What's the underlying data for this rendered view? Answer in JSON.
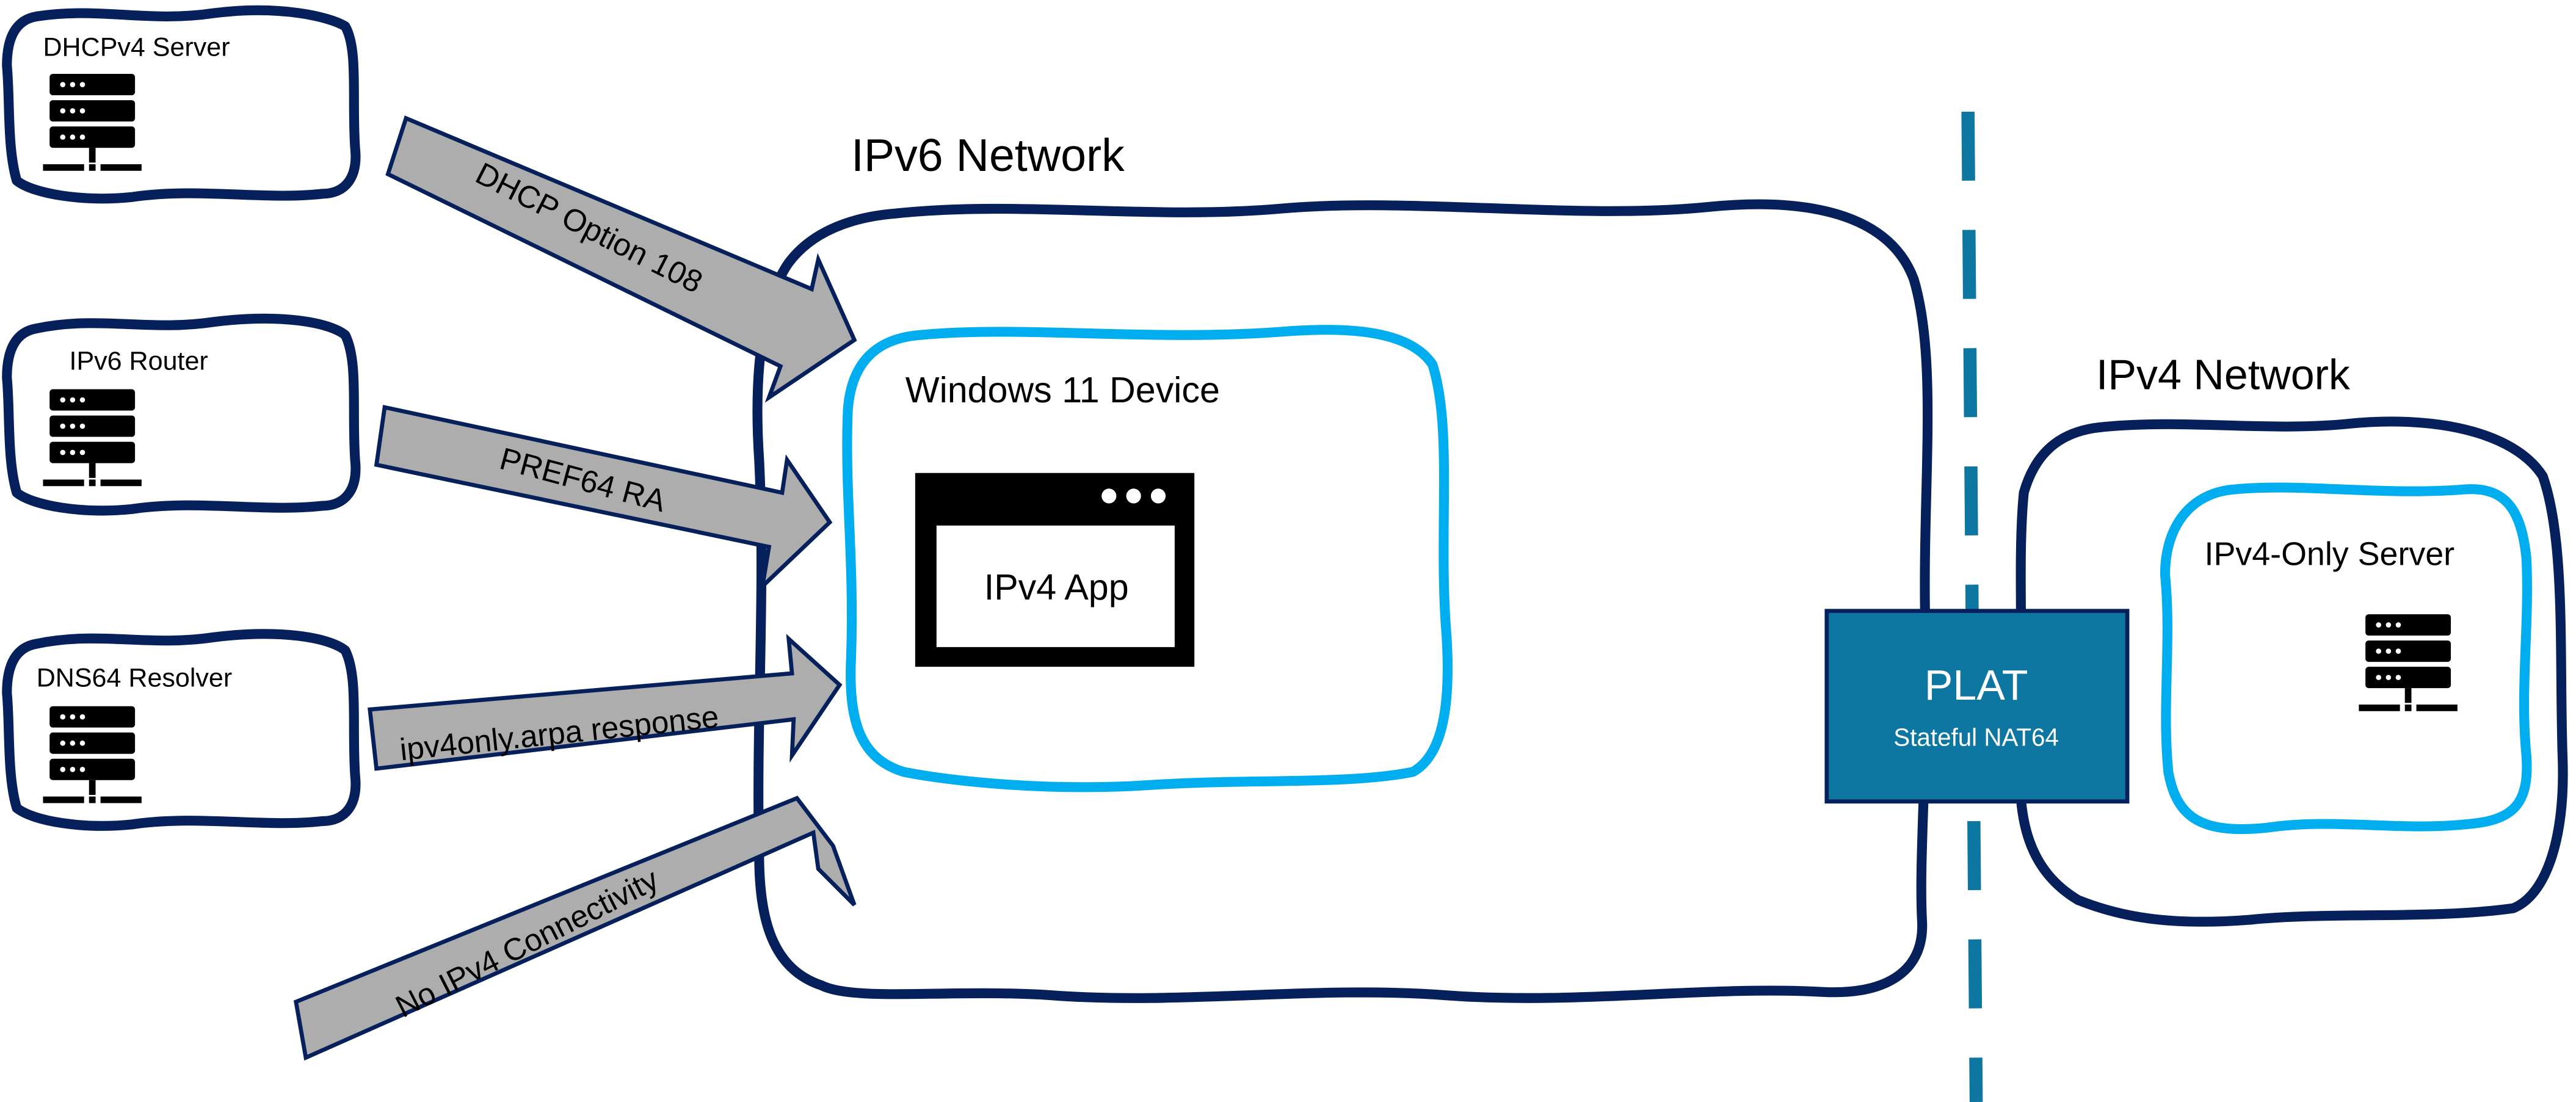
{
  "diagram": {
    "colors": {
      "network_outline": "#05205A",
      "device_outline": "#00AEEF",
      "arrow_fill": "#ADADAD",
      "plat_fill": "#0E77A1",
      "boundary_dash": "#0E77A1",
      "text": "#000000",
      "plat_text": "#FFFFFF"
    },
    "sources": [
      {
        "label": "DHCPv4 Server",
        "icon": "server-icon"
      },
      {
        "label": "IPv6 Router",
        "icon": "server-icon"
      },
      {
        "label": "DNS64 Resolver",
        "icon": "server-icon"
      }
    ],
    "arrows": [
      {
        "label": "DHCP Option 108"
      },
      {
        "label": "PREF64 RA"
      },
      {
        "label": "ipv4only.arpa response"
      },
      {
        "label": "No IPv4 Connectivity"
      }
    ],
    "ipv6_network": {
      "title": "IPv6 Network",
      "device": {
        "title": "Windows 11 Device",
        "app": {
          "label": "IPv4 App",
          "icon": "app-window-icon"
        }
      }
    },
    "plat": {
      "title": "PLAT",
      "subtitle": "Stateful NAT64"
    },
    "ipv4_network": {
      "title": "IPv4 Network",
      "server": {
        "label": "IPv4-Only Server",
        "icon": "server-icon"
      }
    }
  }
}
